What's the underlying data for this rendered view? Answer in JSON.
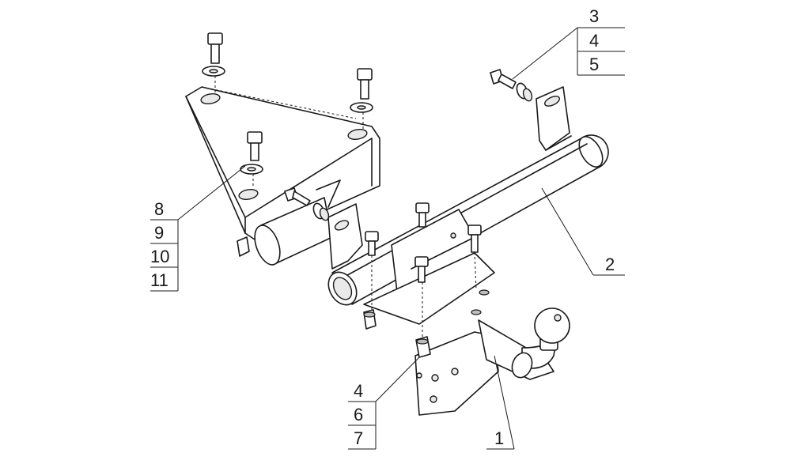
{
  "callouts": {
    "group_top_right": [
      "3",
      "4",
      "5"
    ],
    "group_left": [
      "8",
      "9",
      "10",
      "11"
    ],
    "group_bottom": [
      "4",
      "6",
      "7"
    ],
    "label_2": "2",
    "label_1": "1"
  }
}
